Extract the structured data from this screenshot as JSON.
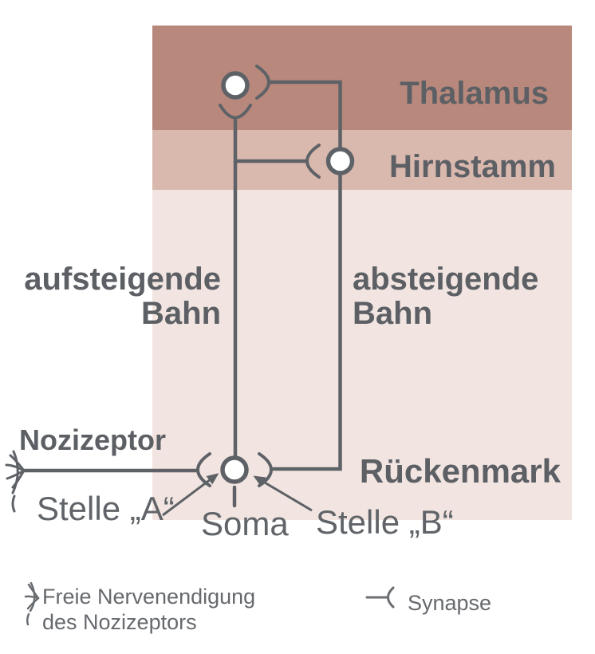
{
  "colors": {
    "thalamus_band": "#b8887c",
    "hirnstamm_band": "#d9b8ae",
    "rueckenmark_band": "#f2e5e1",
    "line": "#5e6267",
    "bold_label_text": "#5c5f64",
    "plain_label_text": "#606468"
  },
  "regions": {
    "thalamus": {
      "label": "Thalamus"
    },
    "hirnstamm": {
      "label": "Hirnstamm"
    },
    "rueckenmark": {
      "label": "Rückenmark"
    }
  },
  "pathways": {
    "ascending": {
      "label": "aufsteigende\nBahn"
    },
    "descending": {
      "label": "absteigende\nBahn"
    }
  },
  "neuron_labels": {
    "nozizeptor": "Nozizeptor",
    "stelle_a": "Stelle „A“",
    "soma": "Soma",
    "stelle_b": "Stelle „B“"
  },
  "legend": {
    "free_nerve_ending": "Freie Nervenendigung\ndes Nozizeptors",
    "synapse": "Synapse"
  }
}
